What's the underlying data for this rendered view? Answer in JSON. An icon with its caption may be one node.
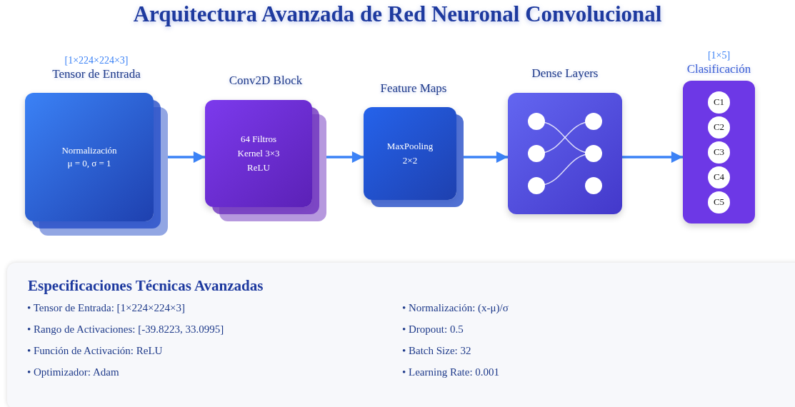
{
  "diagram": {
    "title": "Arquitectura Avanzada de Red Neuronal Convolucional",
    "nodes": [
      {
        "text": [
          "[1×224×224×3]",
          "Tensor de Entrada",
          "Normalización",
          "μ = 0, σ = 1"
        ]
      },
      {
        "text": [
          "Conv2D Block",
          "64 Filtros",
          "Kernel 3×3",
          "ReLU"
        ]
      },
      {
        "text": [
          "Feature Maps",
          "MaxPooling",
          "2×2"
        ]
      },
      {
        "text": [
          "Dense Layers"
        ]
      },
      {
        "text": [
          "[1×5]",
          "Clasificación"
        ]
      },
      {
        "text": [
          "C1"
        ],
        "in": 4
      },
      {
        "text": [
          "C2"
        ],
        "in": 4
      },
      {
        "text": [
          "C3"
        ],
        "in": 4
      },
      {
        "text": [
          "C4"
        ],
        "in": 4
      },
      {
        "text": [
          "C5"
        ],
        "in": 4
      },
      {
        "text": [
          "Especificaciones Técnicas Avanzadas",
          "• Tensor de Entrada: [1×224×224×3]",
          "• Normalización: (x-μ)/σ",
          "• Rango de Activaciones: [-39.8223, 33.0995]",
          "• Dropout: 0.5",
          "• Función de Activación: ReLU",
          "• Batch Size: 32",
          "• Optimizador: Adam",
          "• Learning Rate: 0.001"
        ]
      }
    ],
    "edges": [
      {
        "from": 0,
        "to": 1,
        "arrow": "to"
      },
      {
        "from": 1,
        "to": 2,
        "arrow": "to"
      },
      {
        "from": 2,
        "to": 3,
        "arrow": "to"
      },
      {
        "from": 3,
        "to": 4,
        "arrow": "to"
      }
    ]
  }
}
